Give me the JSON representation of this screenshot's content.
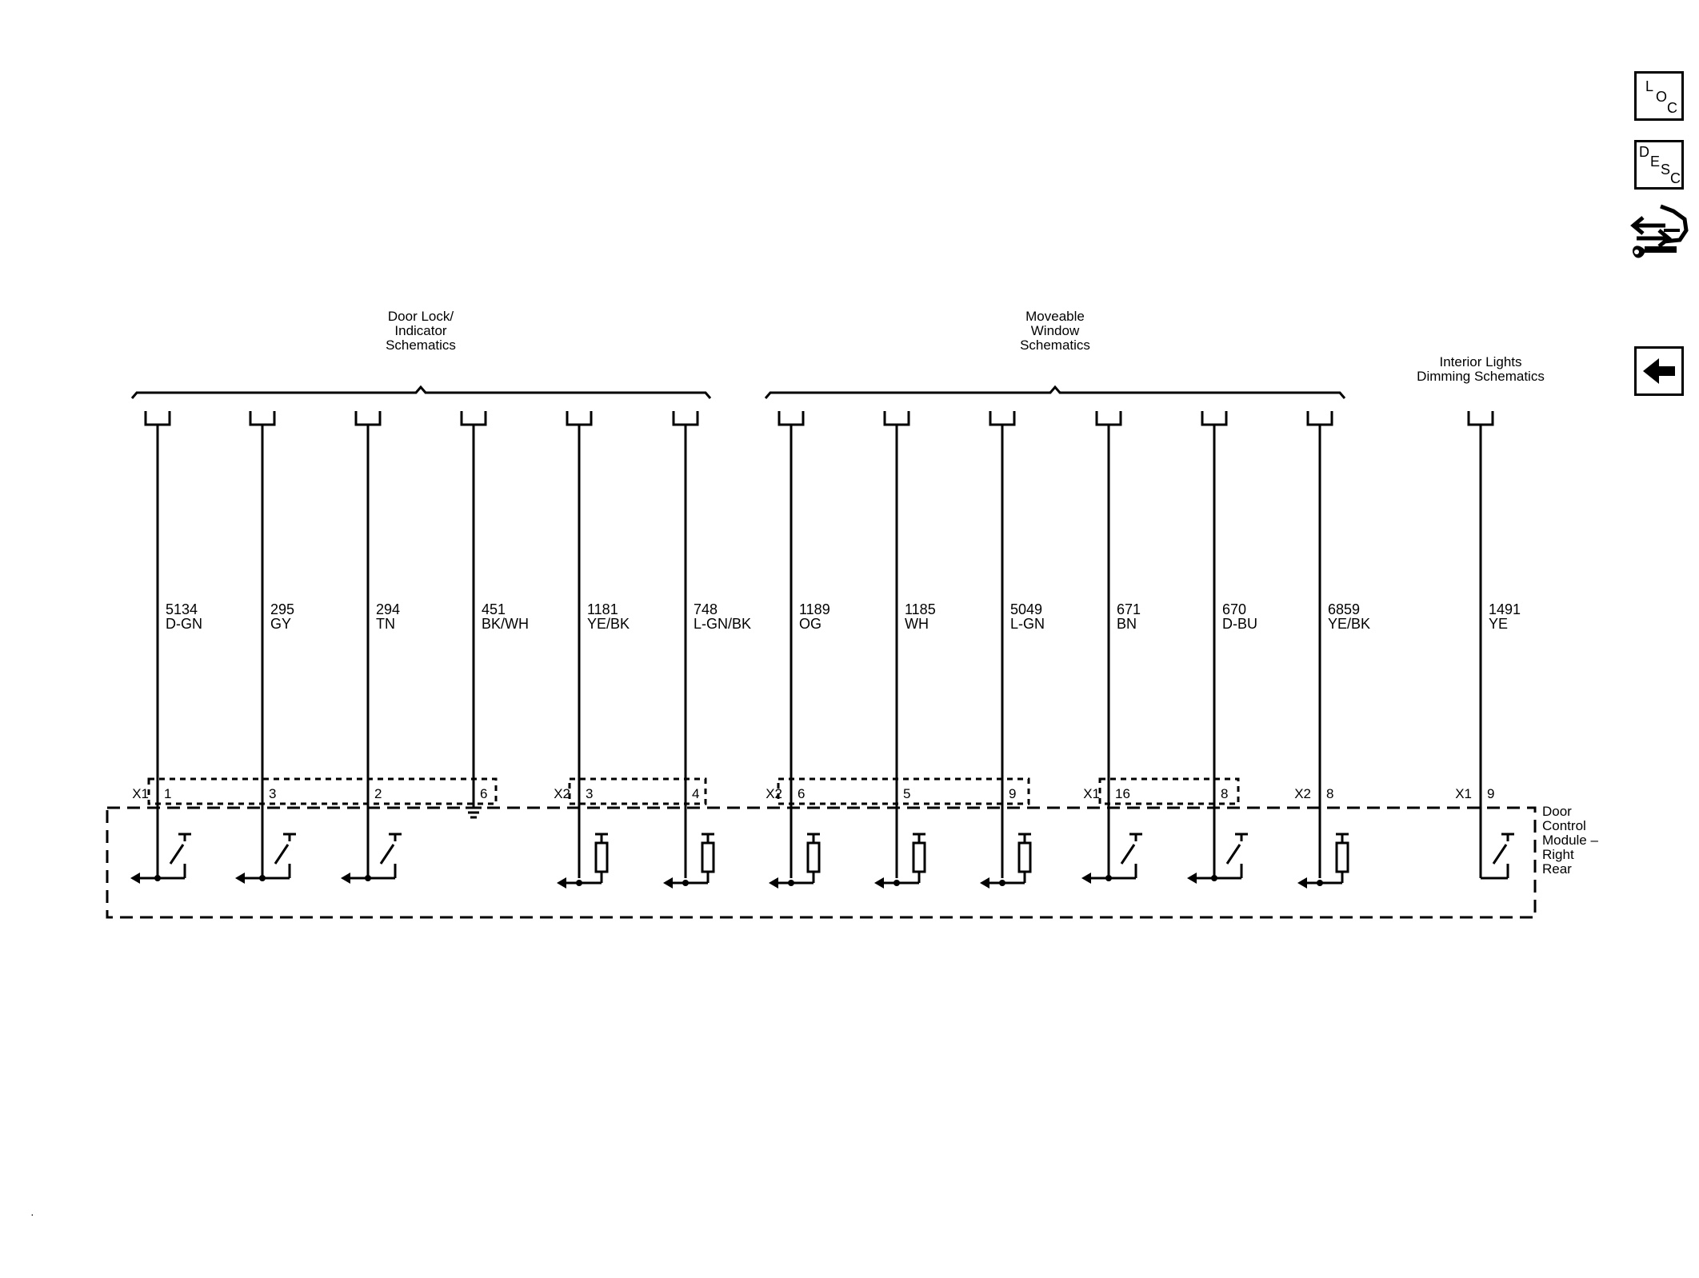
{
  "header_groups": [
    {
      "id": "door-lock",
      "lines": [
        "Door Lock/",
        "Indicator",
        "Schematics"
      ]
    },
    {
      "id": "moveable-window",
      "lines": [
        "Moveable",
        "Window",
        "Schematics"
      ]
    },
    {
      "id": "interior-lights",
      "lines": [
        "Interior Lights",
        "Dimming Schematics"
      ]
    }
  ],
  "wires": [
    {
      "circuit": "5134",
      "color": "D-GN",
      "connector": "X1",
      "pin": "1",
      "element": "switch"
    },
    {
      "circuit": "295",
      "color": "GY",
      "connector": "",
      "pin": "3",
      "element": "switch"
    },
    {
      "circuit": "294",
      "color": "TN",
      "connector": "",
      "pin": "2",
      "element": "switch"
    },
    {
      "circuit": "451",
      "color": "BK/WH",
      "connector": "",
      "pin": "6",
      "element": "ground"
    },
    {
      "circuit": "1181",
      "color": "YE/BK",
      "connector": "X2",
      "pin": "3",
      "element": "resistor"
    },
    {
      "circuit": "748",
      "color": "L-GN/BK",
      "connector": "",
      "pin": "4",
      "element": "resistor"
    },
    {
      "circuit": "1189",
      "color": "OG",
      "connector": "X2",
      "pin": "6",
      "element": "resistor"
    },
    {
      "circuit": "1185",
      "color": "WH",
      "connector": "",
      "pin": "5",
      "element": "resistor"
    },
    {
      "circuit": "5049",
      "color": "L-GN",
      "connector": "",
      "pin": "9",
      "element": "resistor"
    },
    {
      "circuit": "671",
      "color": "BN",
      "connector": "X1",
      "pin": "16",
      "element": "switch"
    },
    {
      "circuit": "670",
      "color": "D-BU",
      "connector": "",
      "pin": "8",
      "element": "switch"
    },
    {
      "circuit": "6859",
      "color": "YE/BK",
      "connector": "X2",
      "pin": "8",
      "element": "resistor"
    },
    {
      "circuit": "1491",
      "color": "YE",
      "connector": "X1",
      "pin": "9",
      "element": "switch"
    }
  ],
  "module_label": [
    "Door",
    "Control",
    "Module –",
    "Right",
    "Rear"
  ],
  "nav": {
    "loc": {
      "letters": [
        "L",
        "O",
        "C"
      ]
    },
    "desc": {
      "letters": [
        "D",
        "E",
        "S",
        "C"
      ]
    },
    "connector_icon": "connector-wrench-icon",
    "back_icon": "arrow-left-icon"
  },
  "corner_mark": "·"
}
